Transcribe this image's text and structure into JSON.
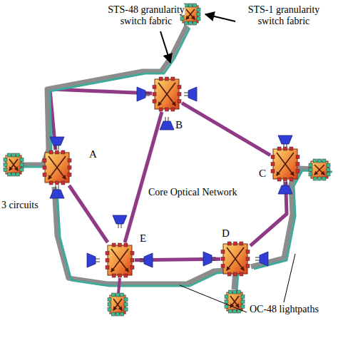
{
  "diagram": {
    "nodes": [
      {
        "text": [
          "B"
        ]
      },
      {
        "text": [
          "A"
        ]
      },
      {
        "text": [
          "C"
        ]
      },
      {
        "text": [
          "E"
        ]
      },
      {
        "text": [
          "D"
        ]
      }
    ],
    "edges": [
      {
        "from": 1,
        "to": 0,
        "arrow": "none"
      },
      {
        "from": 0,
        "to": 2,
        "arrow": "none"
      },
      {
        "from": 2,
        "to": 4,
        "arrow": "none"
      },
      {
        "from": 4,
        "to": 3,
        "arrow": "none"
      },
      {
        "from": 3,
        "to": 1,
        "arrow": "none"
      },
      {
        "from": 0,
        "to": 3,
        "arrow": "none"
      }
    ],
    "labels": [
      "STS-48 granularity switch fabric",
      "STS-1 granularity switch fabric",
      "3 circuits",
      "Core Optical Network",
      "OC-48 lightpaths"
    ]
  }
}
